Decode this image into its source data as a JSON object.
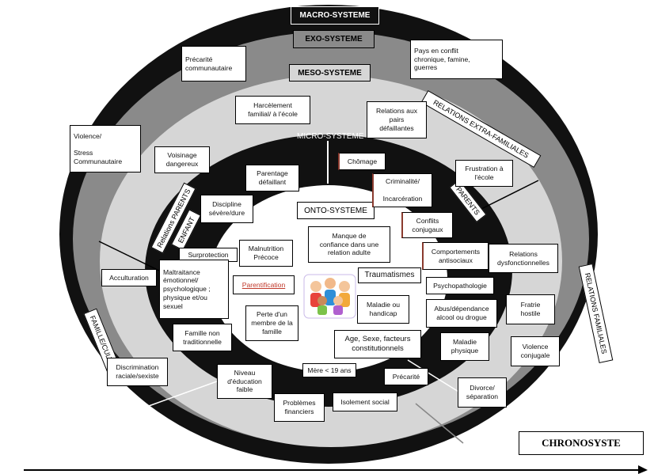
{
  "colors": {
    "macro": "#111111",
    "exo": "#8a8a8a",
    "meso": "#d6d6d6",
    "micro": "#111111",
    "onto": "#ffffff",
    "accent_border": "#8b3a2e"
  },
  "titles": {
    "macro": "MACRO-SYSTEME",
    "exo": "EXO-SYSTEME",
    "meso": "MESO-SYSTEME",
    "micro": "MICRO-SYSTEME",
    "onto": "ONTO-SYSTEME",
    "chrono": "CHRONOSYSTE"
  },
  "rotated": {
    "relations_extra_familiales": "RELATIONS EXTRA-FAMILIALES",
    "relations_familiales": "RELATIONS FAMILIALES",
    "famille_culture": "FAMILLE/CULTURE",
    "relations_parents": "Relations PARENTS",
    "enfant": "ENFANT",
    "parents": "PARENTS"
  },
  "boxes": {
    "precarite_communautaire": "Précarité\ncommunautaire",
    "pays_conflit": "Pays en conflit\nchronique, famine,\nguerres",
    "harcelement": "Harcèlement\nfamilial/ à l'école",
    "relations_pairs": "Relations aux\npairs\ndéfaillantes",
    "violence_stress": "Violence/\n\nStress\nCommunautaire",
    "voisinage": "Voisinage\ndangereux",
    "chomage": "Chômage",
    "frustration": "Frustration à\nl'école",
    "parentage": "Parentage\ndéfaillant",
    "criminalite": "Criminalité/\n\nIncarcération",
    "discipline": "Discipline\nsévère/dure",
    "conflits": "Conflits\nconjugaux",
    "manque_confiance": "Manque de\nconfiance dans une\nrelation adulte",
    "malnutrition": "Malnutrition\nPrécoce",
    "surprotection": "Surprotection",
    "comportements": "Comportements\nantisociaux",
    "relations_dysfonctionnelles": "Relations\ndysfonctionnelles",
    "acculturation": "Acculturation",
    "maltraitance": "Maltraitance\némotionnel/\npsychologique ;\nphysique et/ou\nsexuel",
    "parentification": "Parentification",
    "traumatismes": "Traumatismes",
    "psychopathologie": "Psychopathologie",
    "maladie_handicap": "Maladie ou\nhandicap",
    "abus": "Abus/dépendance\nalcool ou drogue",
    "fratrie": "Fratrie\nhostile",
    "perte": "Perte d'un\nmembre de la\nfamille",
    "famille_non_trad": "Famille non\ntraditionnelle",
    "age_sexe": "Age, Sexe, facteurs\nconstitutionnels",
    "maladie_physique": "Maladie\nphysique",
    "violence_conjugale": "Violence\nconjugale",
    "discrimination": "Discrimination\nraciale/sexiste",
    "niveau_education": "Niveau\nd'éducation\nfaible",
    "mere19": "Mère < 19 ans",
    "precarite": "Précarité",
    "divorce": "Divorce/\nséparation",
    "problemes_financiers": "Problèmes\nfinanciers",
    "isolement": "Isolement social"
  },
  "icons": {
    "center": "children-group-icon",
    "time_axis": "arrow-right-icon"
  }
}
